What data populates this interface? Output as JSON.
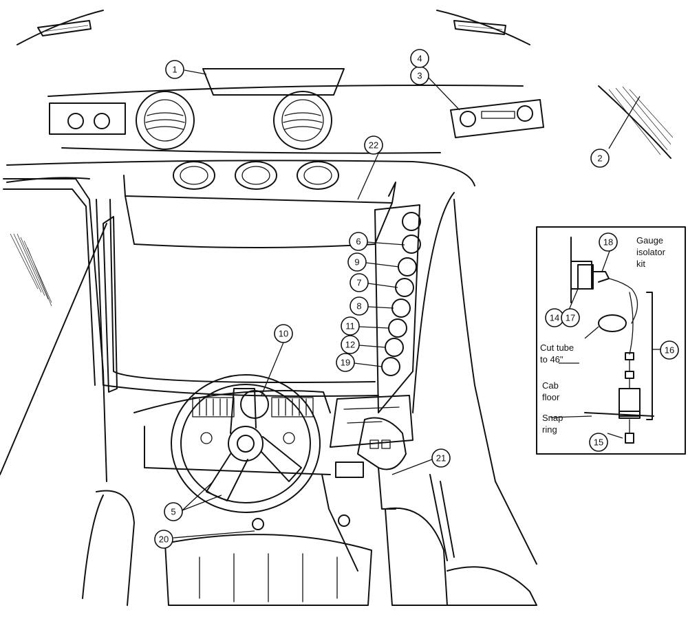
{
  "callouts": [
    "1",
    "2",
    "3",
    "4",
    "5",
    "6",
    "7",
    "8",
    "9",
    "10",
    "11",
    "12",
    "14",
    "15",
    "16",
    "17",
    "18",
    "19",
    "20",
    "21",
    "22"
  ],
  "inset": {
    "title_lines": [
      "Gauge",
      "isolator",
      "kit"
    ],
    "cut_tube_lines": [
      "Cut tube",
      "to 46\""
    ],
    "cab_floor_lines": [
      "Cab",
      "floor"
    ],
    "snap_ring_lines": [
      "Snap",
      "ring"
    ]
  }
}
